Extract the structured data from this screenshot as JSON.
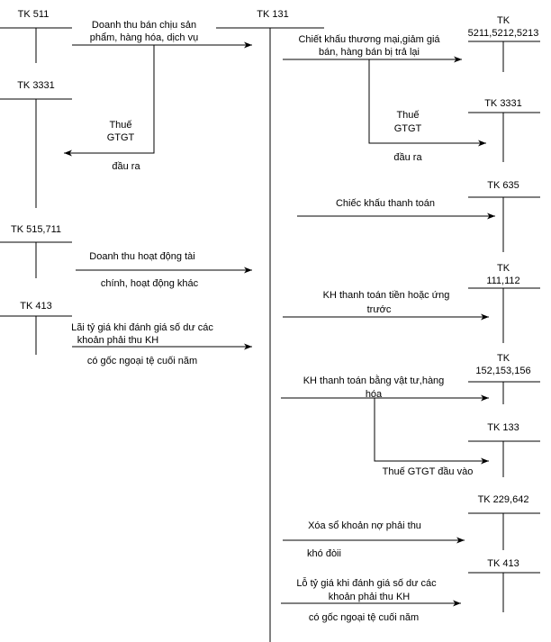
{
  "accounts": {
    "tk511": "TK 511",
    "tk131": "TK 131",
    "tk5211": [
      "TK",
      "5211,5212,5213"
    ],
    "tk3331_left": "TK 3331",
    "tk3331_right": "TK 3331",
    "tk635": "TK 635",
    "tk515": "TK 515,711",
    "tk111": [
      "TK",
      "111,112"
    ],
    "tk413_left": "TK 413",
    "tk152": [
      "TK",
      "152,153,156"
    ],
    "tk133": "TK 133",
    "tk229": "TK 229,642",
    "tk413_right": "TK 413"
  },
  "labels": {
    "dt_ban_chiu": [
      "Doanh thu bán chịu sản",
      "phẩm, hàng hóa, dịch vụ"
    ],
    "thue_gtgt_left": [
      "Thuế",
      "GTGT"
    ],
    "dau_ra_left": "đầu ra",
    "dt_tai_chinh": "Doanh thu hoạt động tài",
    "dt_tai_chinh_2": "chính, hoạt động khác",
    "lai_ty_gia": [
      "Lãi tỷ giá khi đánh giá số dư các",
      "khoản phải thu KH"
    ],
    "lai_ty_gia_2": "có gốc ngoại tệ cuối năm",
    "chiet_khau_tm": [
      "Chiết khấu thương mại,giảm giá",
      "bán, hàng bán bị trả lại"
    ],
    "thue_gtgt_right": [
      "Thuế",
      "GTGT"
    ],
    "dau_ra_right": "đầu ra",
    "chiet_khau_tt": "Chiếc khấu thanh toán",
    "kh_thanh_toan_tien": [
      "KH thanh toán tiền hoặc ứng",
      "trước"
    ],
    "kh_thanh_toan_vt": [
      "KH thanh toán bằng vật tư,hàng",
      "hóa"
    ],
    "thue_dau_vao": "Thuế GTGT đầu vào",
    "xoa_so": "Xóa sổ khoản nợ phải thu",
    "kho_doi": "khó đòii",
    "lo_ty_gia": [
      "Lỗ tỷ giá khi đánh giá số dư các",
      "khoản phải thu KH"
    ],
    "lo_ty_gia_2": "có gốc ngoại tệ cuối năm"
  }
}
